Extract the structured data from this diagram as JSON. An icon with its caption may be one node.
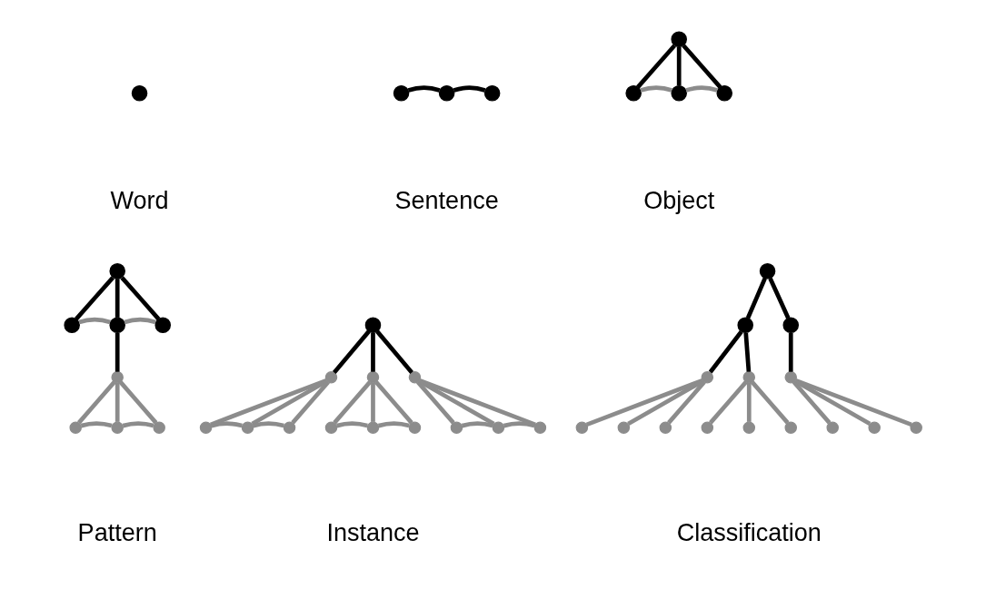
{
  "diagram": {
    "nodes": [
      {
        "text": [],
        "shape": "circle"
      },
      {
        "text": [],
        "shape": "circle"
      },
      {
        "text": [],
        "shape": "circle"
      },
      {
        "text": [],
        "shape": "circle"
      },
      {
        "text": [],
        "shape": "circle"
      },
      {
        "text": [],
        "shape": "circle"
      },
      {
        "text": [],
        "shape": "circle"
      },
      {
        "text": [],
        "shape": "circle"
      },
      {
        "text": [],
        "shape": "circle"
      },
      {
        "text": [],
        "shape": "circle"
      },
      {
        "text": [],
        "shape": "circle"
      },
      {
        "text": [],
        "shape": "circle"
      },
      {
        "text": [],
        "shape": "circle"
      },
      {
        "text": [],
        "shape": "circle"
      },
      {
        "text": [],
        "shape": "circle"
      },
      {
        "text": [],
        "shape": "circle"
      },
      {
        "text": [],
        "shape": "circle"
      },
      {
        "text": [],
        "shape": "circle"
      },
      {
        "text": [],
        "shape": "circle"
      },
      {
        "text": [],
        "shape": "circle"
      },
      {
        "text": [],
        "shape": "circle"
      },
      {
        "text": [],
        "shape": "circle"
      },
      {
        "text": [],
        "shape": "circle"
      },
      {
        "text": [],
        "shape": "circle"
      },
      {
        "text": [],
        "shape": "circle"
      },
      {
        "text": [],
        "shape": "circle"
      },
      {
        "text": [],
        "shape": "circle"
      },
      {
        "text": [],
        "shape": "circle"
      },
      {
        "text": [],
        "shape": "circle"
      },
      {
        "text": [],
        "shape": "circle"
      },
      {
        "text": [],
        "shape": "circle"
      },
      {
        "text": [],
        "shape": "circle"
      },
      {
        "text": [],
        "shape": "circle"
      },
      {
        "text": [],
        "shape": "circle"
      },
      {
        "text": [],
        "shape": "circle"
      },
      {
        "text": [],
        "shape": "circle"
      },
      {
        "text": [],
        "shape": "circle"
      },
      {
        "text": [],
        "shape": "circle"
      },
      {
        "text": [],
        "shape": "circle"
      },
      {
        "text": [],
        "shape": "circle"
      },
      {
        "text": [],
        "shape": "circle"
      },
      {
        "text": [],
        "shape": "circle"
      },
      {
        "text": [],
        "shape": "circle"
      },
      {
        "text": [],
        "shape": "circle"
      }
    ],
    "edges": [
      {
        "from": 1,
        "to": 2,
        "arrow": "none",
        "color": "#000000"
      },
      {
        "from": 2,
        "to": 3,
        "arrow": "none",
        "color": "#000000"
      },
      {
        "from": 4,
        "to": 5,
        "arrow": "none",
        "color": "#000000"
      },
      {
        "from": 4,
        "to": 6,
        "arrow": "none",
        "color": "#000000"
      },
      {
        "from": 4,
        "to": 7,
        "arrow": "none",
        "color": "#000000"
      },
      {
        "from": 5,
        "to": 6,
        "arrow": "none"
      },
      {
        "from": 6,
        "to": 7,
        "arrow": "none"
      },
      {
        "from": 8,
        "to": 9,
        "arrow": "none",
        "color": "#000000"
      },
      {
        "from": 8,
        "to": 10,
        "arrow": "none",
        "color": "#000000"
      },
      {
        "from": 8,
        "to": 11,
        "arrow": "none",
        "color": "#000000"
      },
      {
        "from": 9,
        "to": 10,
        "arrow": "none"
      },
      {
        "from": 10,
        "to": 11,
        "arrow": "none"
      },
      {
        "from": 10,
        "to": 12,
        "arrow": "none",
        "color": "#000000"
      },
      {
        "from": 12,
        "to": 13,
        "arrow": "none"
      },
      {
        "from": 12,
        "to": 14,
        "arrow": "none"
      },
      {
        "from": 12,
        "to": 15,
        "arrow": "none"
      },
      {
        "from": 13,
        "to": 14,
        "arrow": "none"
      },
      {
        "from": 14,
        "to": 15,
        "arrow": "none"
      },
      {
        "from": 16,
        "to": 17,
        "arrow": "none",
        "color": "#000000"
      },
      {
        "from": 16,
        "to": 21,
        "arrow": "none",
        "color": "#000000"
      },
      {
        "from": 16,
        "to": 25,
        "arrow": "none",
        "color": "#000000"
      },
      {
        "from": 17,
        "to": 18,
        "arrow": "none"
      },
      {
        "from": 17,
        "to": 19,
        "arrow": "none"
      },
      {
        "from": 17,
        "to": 20,
        "arrow": "none"
      },
      {
        "from": 18,
        "to": 19,
        "arrow": "none"
      },
      {
        "from": 19,
        "to": 20,
        "arrow": "none"
      },
      {
        "from": 21,
        "to": 22,
        "arrow": "none"
      },
      {
        "from": 21,
        "to": 23,
        "arrow": "none"
      },
      {
        "from": 21,
        "to": 24,
        "arrow": "none"
      },
      {
        "from": 22,
        "to": 23,
        "arrow": "none"
      },
      {
        "from": 23,
        "to": 24,
        "arrow": "none"
      },
      {
        "from": 25,
        "to": 26,
        "arrow": "none"
      },
      {
        "from": 25,
        "to": 27,
        "arrow": "none"
      },
      {
        "from": 25,
        "to": 28,
        "arrow": "none"
      },
      {
        "from": 26,
        "to": 27,
        "arrow": "none"
      },
      {
        "from": 27,
        "to": 28,
        "arrow": "none"
      },
      {
        "from": 29,
        "to": 30,
        "arrow": "none",
        "color": "#000000"
      },
      {
        "from": 29,
        "to": 31,
        "arrow": "none",
        "color": "#000000"
      },
      {
        "from": 30,
        "to": 32,
        "arrow": "none",
        "color": "#000000"
      },
      {
        "from": 30,
        "to": 36,
        "arrow": "none",
        "color": "#000000"
      },
      {
        "from": 31,
        "to": 40,
        "arrow": "none",
        "color": "#000000"
      },
      {
        "from": 32,
        "to": 33,
        "arrow": "none"
      },
      {
        "from": 32,
        "to": 34,
        "arrow": "none"
      },
      {
        "from": 32,
        "to": 35,
        "arrow": "none"
      },
      {
        "from": 36,
        "to": 37,
        "arrow": "none"
      },
      {
        "from": 36,
        "to": 38,
        "arrow": "none"
      },
      {
        "from": 36,
        "to": 39,
        "arrow": "none"
      },
      {
        "from": 40,
        "to": 41,
        "arrow": "none"
      },
      {
        "from": 40,
        "to": 42,
        "arrow": "none"
      },
      {
        "from": 40,
        "to": 43,
        "arrow": "none"
      }
    ],
    "labels": [
      "Word",
      "Sentence",
      "Object",
      "Pattern",
      "Instance",
      "Classification"
    ]
  }
}
